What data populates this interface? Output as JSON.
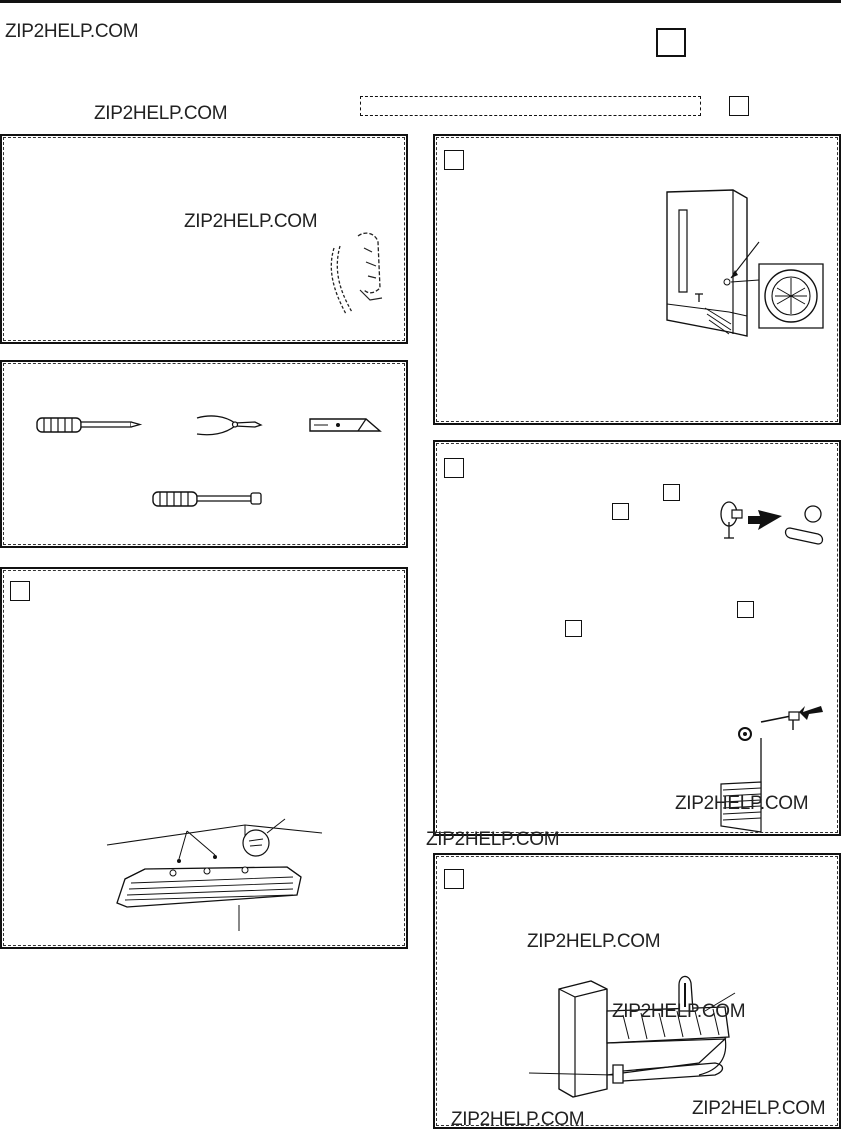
{
  "watermarks": {
    "w1": "ZIP2HELP.COM",
    "w2": "ZIP2HELP.COM",
    "w3": "ZIP2HELP.COM",
    "w4": "ZIP2HELP.COM",
    "w5": "ZIP2HELP.COM",
    "w6": "ZIP2HELP.COM",
    "w7": "ZIP2HELP.COM",
    "w8": "ZIP2HELP.COM",
    "w9": "ZIP2HELP.COM"
  },
  "icons": {
    "tools": [
      "phillips-screwdriver-icon",
      "pliers-icon",
      "utility-knife-icon",
      "nut-driver-icon"
    ],
    "illustrations": [
      "water-tube-icon",
      "freezer-wall-icon",
      "plug-button-icon",
      "shelf-bracket-icon",
      "ice-maker-icon"
    ]
  },
  "colors": {
    "ink": "#111111",
    "paper": "#ffffff"
  }
}
